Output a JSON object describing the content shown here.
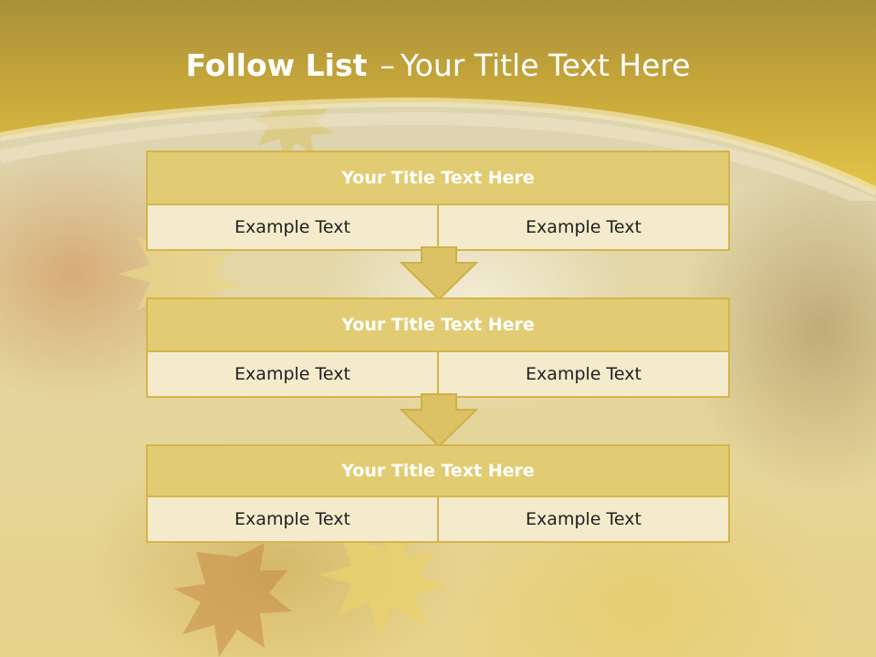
{
  "slide": {
    "title_bold": "Follow List",
    "title_dash": "–",
    "title_rest": "Your Title Text Here"
  },
  "blocks": [
    {
      "title": "Your Title Text Here",
      "left": "Example Text",
      "right": "Example Text"
    },
    {
      "title": "Your Title Text Here",
      "left": "Example Text",
      "right": "Example Text"
    },
    {
      "title": "Your Title Text Here",
      "left": "Example Text",
      "right": "Example Text"
    }
  ],
  "colors": {
    "band": "#c9a93a",
    "header_fill": "#e2cc73",
    "cell_fill": "#f4eacc",
    "border": "#d4b54a",
    "arrow": "#dcc264"
  },
  "decor": {
    "icons": [
      "maple-leaf-icon",
      "down-arrow-icon"
    ]
  }
}
